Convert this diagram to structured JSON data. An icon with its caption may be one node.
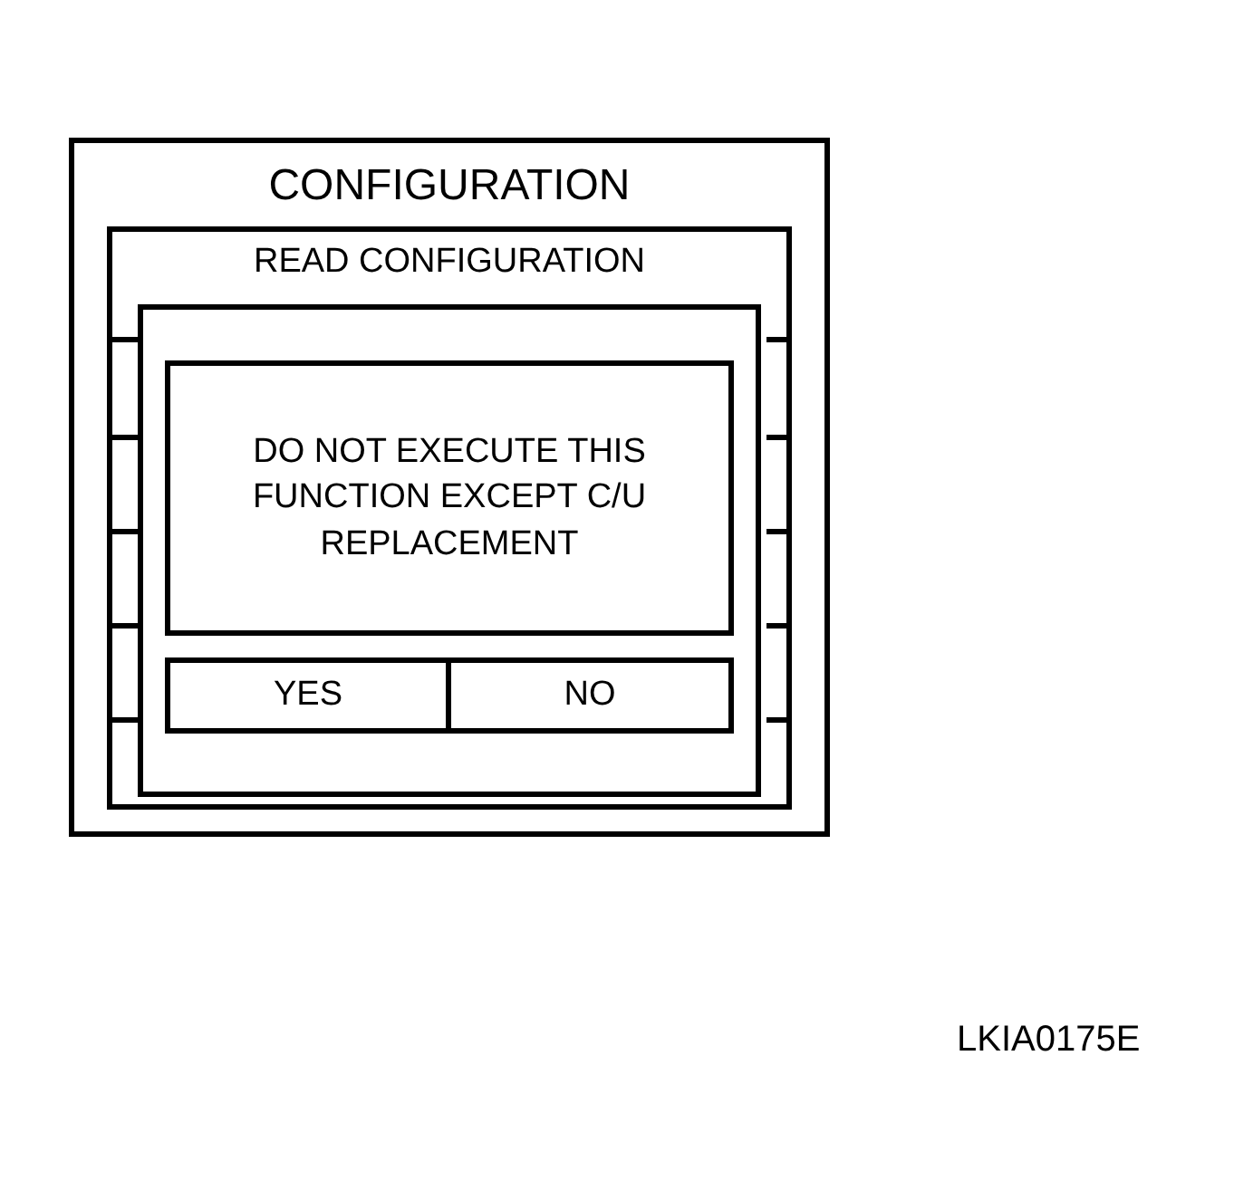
{
  "diagram": {
    "nodes": [
      {
        "text": [
          "CONFIGURATION"
        ]
      },
      {
        "text": [
          "READ CONFIGURATION"
        ],
        "in": 0
      },
      {
        "text": [],
        "shape": "box",
        "in": 1
      },
      {
        "text": [
          "DO NOT EXECUTE THIS FUNCTION EXCEPT C/U REPLACEMENT"
        ],
        "in": 2
      },
      {
        "text": [
          "YES"
        ],
        "in": 2
      },
      {
        "text": [
          "NO"
        ],
        "in": 2
      }
    ],
    "edges": [],
    "labels": [
      "LKIA0175E"
    ]
  }
}
